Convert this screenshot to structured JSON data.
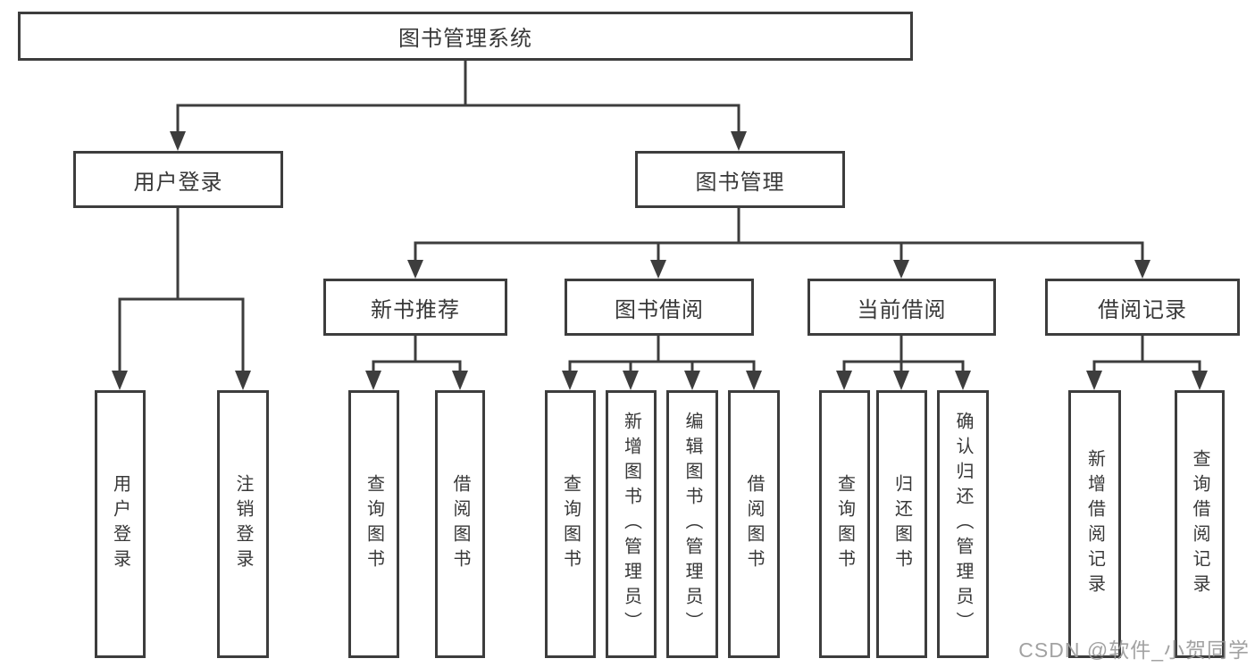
{
  "diagram_type": "functional-structure-tree",
  "tree": {
    "label": "图书管理系统",
    "children": [
      {
        "label": "用户登录",
        "children": [
          {
            "label": "用户登录"
          },
          {
            "label": "注销登录"
          }
        ]
      },
      {
        "label": "图书管理",
        "children": [
          {
            "label": "新书推荐",
            "children": [
              {
                "label": "查询图书"
              },
              {
                "label": "借阅图书"
              }
            ]
          },
          {
            "label": "图书借阅",
            "children": [
              {
                "label": "查询图书"
              },
              {
                "label": "新增图书（管理员）"
              },
              {
                "label": "编辑图书（管理员）"
              },
              {
                "label": "借阅图书"
              }
            ]
          },
          {
            "label": "当前借阅",
            "children": [
              {
                "label": "查询图书"
              },
              {
                "label": "归还图书"
              },
              {
                "label": "确认归还（管理员）"
              }
            ]
          },
          {
            "label": "借阅记录",
            "children": [
              {
                "label": "新增借阅记录"
              },
              {
                "label": "查询借阅记录"
              }
            ]
          }
        ]
      }
    ]
  },
  "watermark": {
    "text": "CSDN @软件_小贺同学"
  },
  "colors": {
    "line": "#3d3d3d",
    "box_border": "#3d3d3d",
    "text": "#383838",
    "watermark": "#9b9b9b",
    "background": "#ffffff"
  }
}
